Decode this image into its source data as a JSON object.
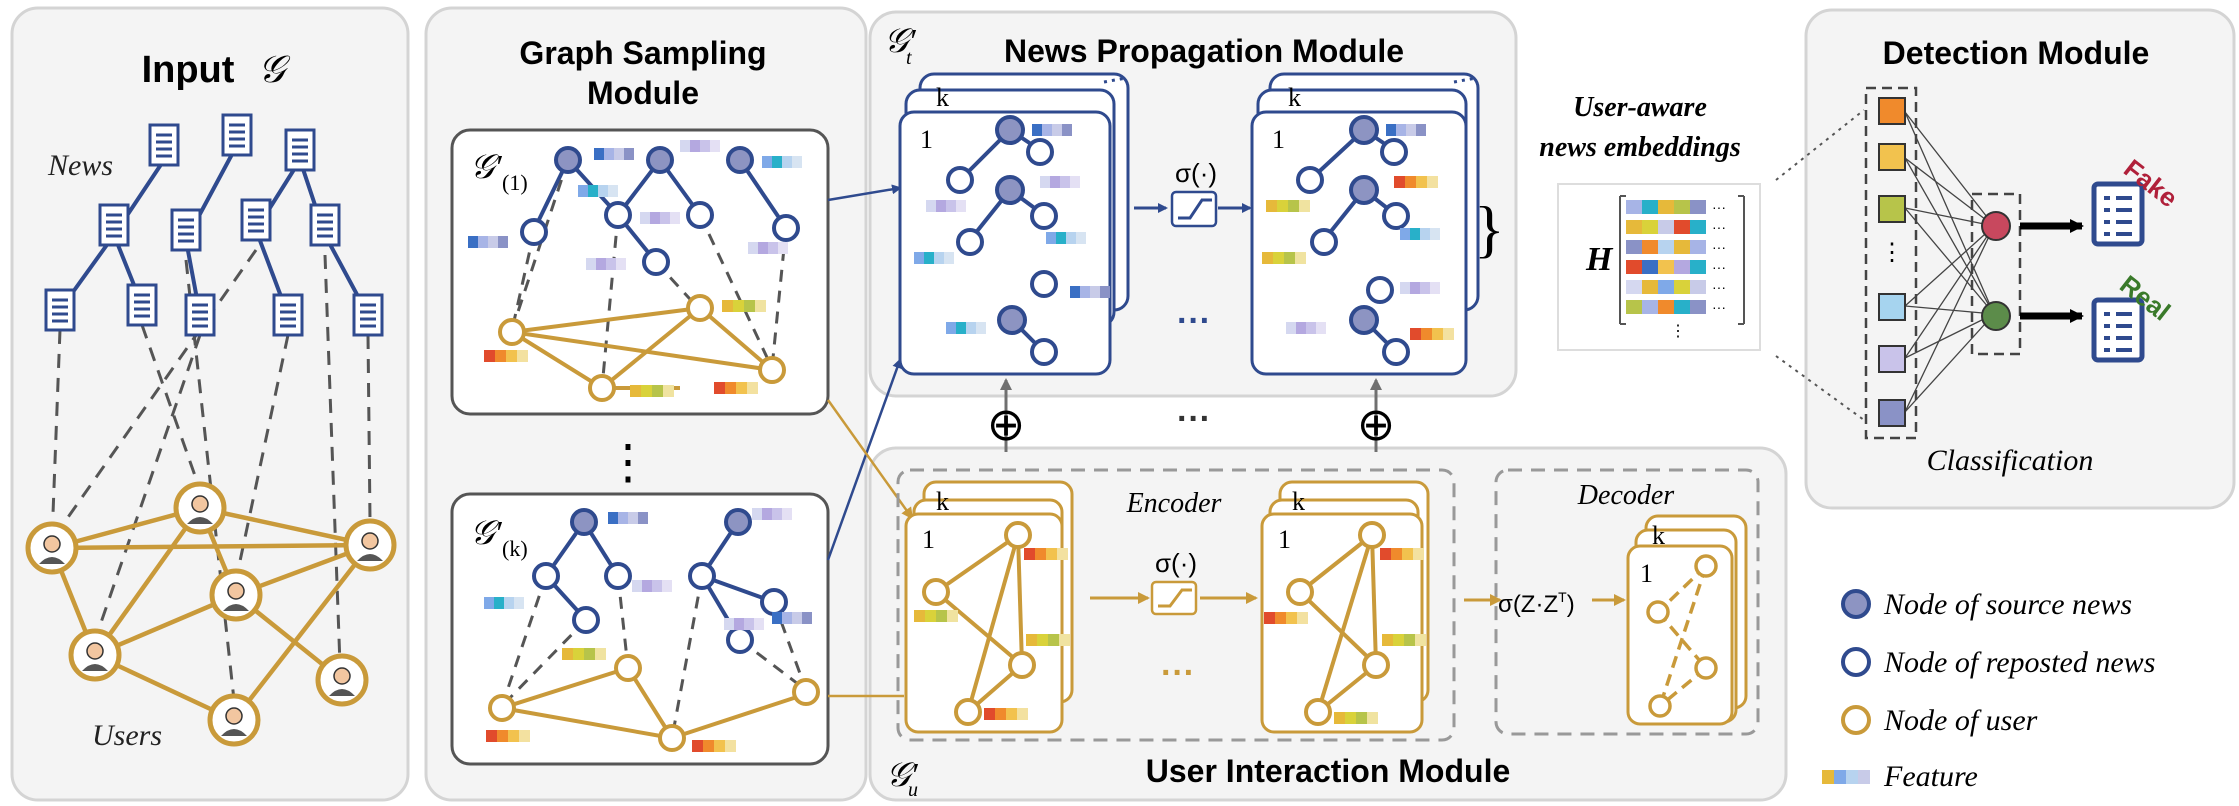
{
  "input_panel": {
    "title": "Input",
    "title_symbol": "𝒢",
    "news_label": "News",
    "users_label": "Users"
  },
  "sampling_panel": {
    "title_line1": "Graph Sampling",
    "title_line2": "Module",
    "subgraph1_label": "𝒢′",
    "subgraph1_sub": "(1)",
    "subgraphk_label": "𝒢′",
    "subgraphk_sub": "(k)",
    "ellipsis": "⋮"
  },
  "propagation_panel": {
    "title": "News Propagation Module",
    "graph_label": "𝒢′",
    "graph_sub": "t",
    "stack_k": "k",
    "stack_1": "1",
    "activation": "σ(·)",
    "ellipsis": "···"
  },
  "between": {
    "plus_symbol": "⊕",
    "ellipsis": "···"
  },
  "interaction_panel": {
    "title": "User Interaction Module",
    "graph_label": "𝒢′",
    "graph_sub": "u",
    "encoder_label": "Encoder",
    "decoder_label": "Decoder",
    "activation": "σ(·)",
    "decoder_formula": "σ(Z·Z",
    "decoder_formula_sup": "T",
    "decoder_formula_end": ")",
    "stack_k": "k",
    "stack_1": "1",
    "ellipsis": "···"
  },
  "embeddings": {
    "label_line1": "User-aware",
    "label_line2": "news embeddings",
    "matrix_symbol": "H"
  },
  "detection_panel": {
    "title": "Detection Module",
    "classification_label": "Classification",
    "fake_label": "Fake",
    "real_label": "Real",
    "fake_color": "#b0203a",
    "real_color": "#3a7a2a"
  },
  "legend": {
    "items": [
      {
        "label": "Node of source news"
      },
      {
        "label": "Node of reposted news"
      },
      {
        "label": "Node of user"
      },
      {
        "label": "Feature"
      }
    ]
  },
  "colors": {
    "news_blue": "#2f4a8e",
    "source_fill": "#8d94c2",
    "user_gold": "#c99a3a",
    "panel_bg": "#f4f4f4",
    "panel_border": "#d4d4d4"
  }
}
